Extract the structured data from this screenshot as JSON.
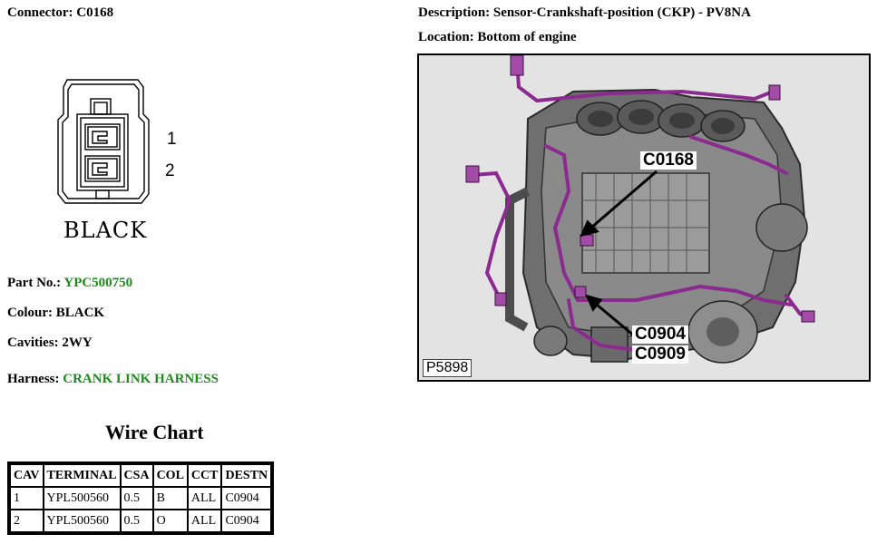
{
  "connector": {
    "label": "Connector:",
    "value": "C0168"
  },
  "description": {
    "label": "Description:",
    "value": "Sensor-Crankshaft-position (CKP) - PV8NA"
  },
  "location": {
    "label": "Location:",
    "value": "Bottom of engine"
  },
  "connector_drawing": {
    "pin1": "1",
    "pin2": "2",
    "colour_text": "BLACK"
  },
  "part_no": {
    "label": "Part No.:",
    "value": "YPC500750"
  },
  "colour": {
    "label": "Colour:",
    "value": "BLACK"
  },
  "cavities": {
    "label": "Cavities:",
    "value": "2WY"
  },
  "harness": {
    "label": "Harness:",
    "value": "CRANK LINK HARNESS"
  },
  "figure": {
    "callout_top": "C0168",
    "callout_bottom_1": "C0904",
    "callout_bottom_2": "C0909",
    "ref": "P5898",
    "harness_color": "#8b2a8f"
  },
  "wire_chart": {
    "title": "Wire Chart",
    "headers": [
      "CAV",
      "TERMINAL",
      "CSA",
      "COL",
      "CCT",
      "DESTN"
    ],
    "rows": [
      [
        "1",
        "YPL500560",
        "0.5",
        "B",
        "ALL",
        "C0904"
      ],
      [
        "2",
        "YPL500560",
        "0.5",
        "O",
        "ALL",
        "C0904"
      ]
    ]
  }
}
